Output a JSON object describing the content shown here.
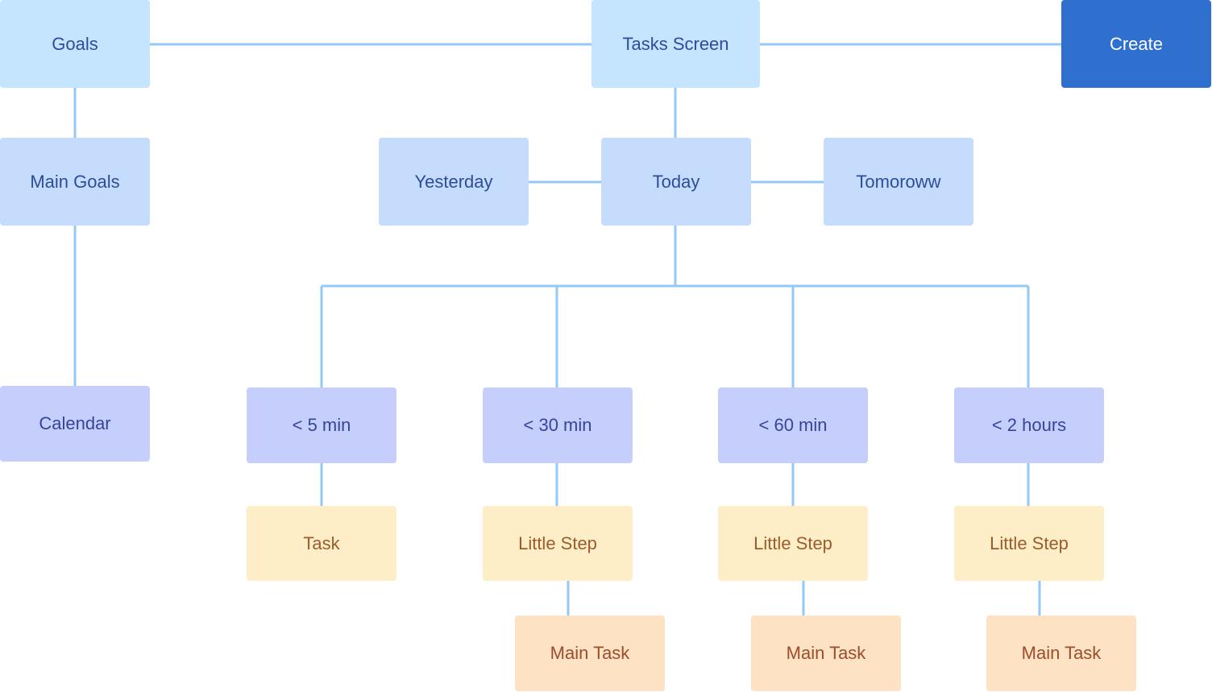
{
  "diagram": {
    "nodes": {
      "goals": "Goals",
      "tasks_screen": "Tasks Screen",
      "create": "Create",
      "main_goals": "Main Goals",
      "calendar": "Calendar",
      "yesterday": "Yesterday",
      "today": "Today",
      "tomorrow": "Tomoroww",
      "under_5_min": "< 5 min",
      "under_30_min": "< 30 min",
      "under_60_min": "< 60 min",
      "under_2_hours": "< 2 hours",
      "task": "Task",
      "little_step_30": "Little Step",
      "little_step_60": "Little Step",
      "little_step_2h": "Little Step",
      "main_task_30": "Main Task",
      "main_task_60": "Main Task",
      "main_task_2h": "Main Task"
    },
    "edges": [
      [
        "goals",
        "tasks_screen"
      ],
      [
        "tasks_screen",
        "create"
      ],
      [
        "goals",
        "main_goals"
      ],
      [
        "main_goals",
        "calendar"
      ],
      [
        "tasks_screen",
        "today"
      ],
      [
        "yesterday",
        "today"
      ],
      [
        "today",
        "tomorrow"
      ],
      [
        "today",
        "under_5_min"
      ],
      [
        "today",
        "under_30_min"
      ],
      [
        "today",
        "under_60_min"
      ],
      [
        "today",
        "under_2_hours"
      ],
      [
        "under_5_min",
        "task"
      ],
      [
        "under_30_min",
        "little_step_30"
      ],
      [
        "under_60_min",
        "little_step_60"
      ],
      [
        "under_2_hours",
        "little_step_2h"
      ],
      [
        "little_step_30",
        "main_task_30"
      ],
      [
        "little_step_60",
        "main_task_60"
      ],
      [
        "little_step_2h",
        "main_task_2h"
      ]
    ],
    "colors": {
      "connector": "#93c9f4",
      "screen": "#c5e4fd",
      "primary": "#2f6fcd",
      "group": "#c6cffc",
      "step": "#feeec7",
      "main_task": "#fde2c4"
    }
  }
}
